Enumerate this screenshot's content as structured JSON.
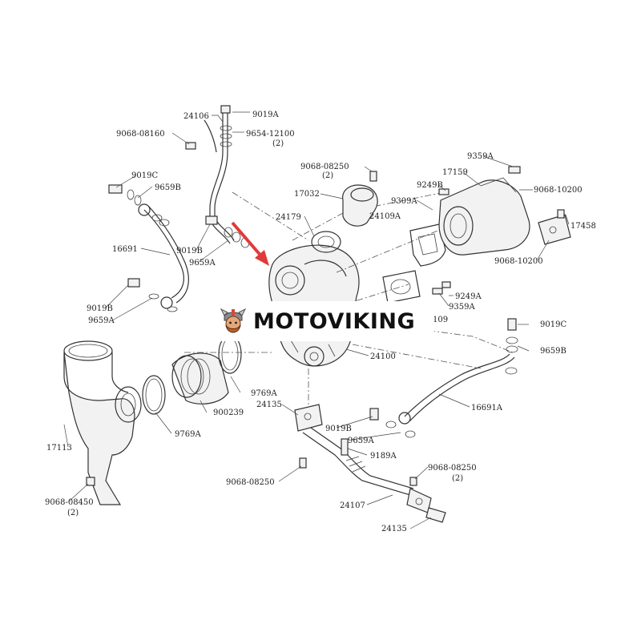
{
  "brand": {
    "name": "MOTOVIKING"
  },
  "labels": [
    {
      "id": "l1",
      "text": "24106"
    },
    {
      "id": "l2",
      "text": "9019A"
    },
    {
      "id": "l3",
      "text": "9068-08160"
    },
    {
      "id": "l4",
      "text": "9654-12100"
    },
    {
      "id": "l5",
      "text": "(2)"
    },
    {
      "id": "l6",
      "text": "9068-08250"
    },
    {
      "id": "l7",
      "text": "(2)"
    },
    {
      "id": "l8",
      "text": "9359A"
    },
    {
      "id": "l9",
      "text": "17159"
    },
    {
      "id": "l10",
      "text": "9019C"
    },
    {
      "id": "l11",
      "text": "9659B"
    },
    {
      "id": "l12",
      "text": "17032"
    },
    {
      "id": "l13",
      "text": "9249B"
    },
    {
      "id": "l14",
      "text": "9068-10200"
    },
    {
      "id": "l15",
      "text": "9309A"
    },
    {
      "id": "l16",
      "text": "24179"
    },
    {
      "id": "l17",
      "text": "24109A"
    },
    {
      "id": "l18",
      "text": "17458"
    },
    {
      "id": "l19",
      "text": "16691"
    },
    {
      "id": "l20",
      "text": "9019B"
    },
    {
      "id": "l21",
      "text": "9659A"
    },
    {
      "id": "l22",
      "text": "9068-10200"
    },
    {
      "id": "l23",
      "text": "9249A"
    },
    {
      "id": "l24",
      "text": "9359A"
    },
    {
      "id": "l25",
      "text": "9019B"
    },
    {
      "id": "l26",
      "text": "9659A"
    },
    {
      "id": "l27",
      "text": "109"
    },
    {
      "id": "l28",
      "text": "9019C"
    },
    {
      "id": "l29",
      "text": "9659B"
    },
    {
      "id": "l30",
      "text": "24100"
    },
    {
      "id": "l31",
      "text": "9769A"
    },
    {
      "id": "l32",
      "text": "24135"
    },
    {
      "id": "l33",
      "text": "16691A"
    },
    {
      "id": "l34",
      "text": "900239"
    },
    {
      "id": "l35",
      "text": "9019B"
    },
    {
      "id": "l36",
      "text": "9659A"
    },
    {
      "id": "l37",
      "text": "9769A"
    },
    {
      "id": "l38",
      "text": "9189A"
    },
    {
      "id": "l39",
      "text": "17113"
    },
    {
      "id": "l40",
      "text": "9068-08250"
    },
    {
      "id": "l41",
      "text": "9068-08250"
    },
    {
      "id": "l42",
      "text": "(2)"
    },
    {
      "id": "l43",
      "text": "9068-08450"
    },
    {
      "id": "l44",
      "text": "(2)"
    },
    {
      "id": "l45",
      "text": "24107"
    },
    {
      "id": "l46",
      "text": "24135"
    }
  ]
}
